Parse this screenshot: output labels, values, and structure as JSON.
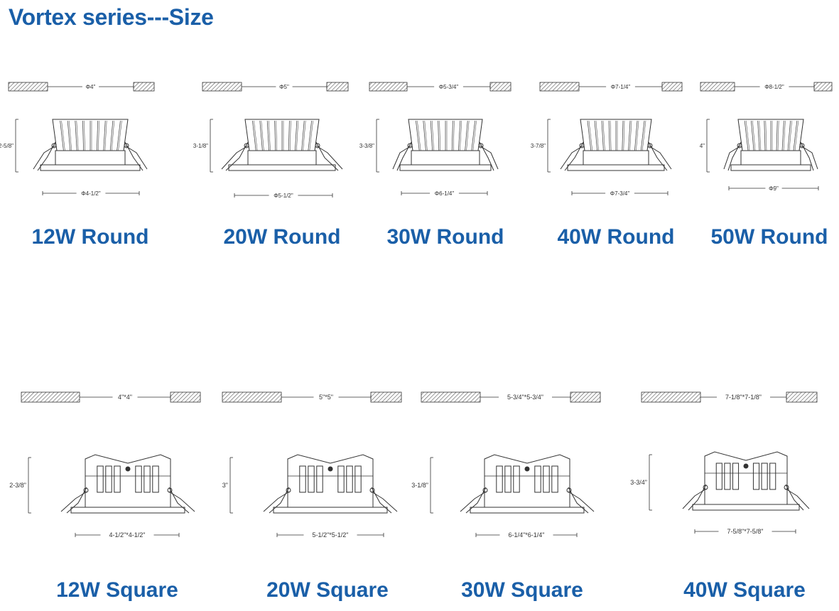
{
  "title": "Vortex series---Size",
  "round": [
    {
      "label": "12W Round",
      "cutout": "Φ4\"",
      "height": "2-5/8\"",
      "flange": "Φ4-1/2\""
    },
    {
      "label": "20W Round",
      "cutout": "Φ5\"",
      "height": "3-1/8\"",
      "flange": "Φ5-1/2\""
    },
    {
      "label": "30W Round",
      "cutout": "Φ5-3/4\"",
      "height": "3-3/8\"",
      "flange": "Φ6-1/4\""
    },
    {
      "label": "40W Round",
      "cutout": "Φ7-1/4\"",
      "height": "3-7/8\"",
      "flange": "Φ7-3/4\""
    },
    {
      "label": "50W Round",
      "cutout": "Φ8-1/2\"",
      "height": "4\"",
      "flange": "Φ9\""
    }
  ],
  "square": [
    {
      "label": "12W Square",
      "cutout": "4\"*4\"",
      "height": "2-3/8\"",
      "flange": "4-1/2\"*4-1/2\""
    },
    {
      "label": "20W Square",
      "cutout": "5\"*5\"",
      "height": "3\"",
      "flange": "5-1/2\"*5-1/2\""
    },
    {
      "label": "30W Square",
      "cutout": "5-3/4\"*5-3/4\"",
      "height": "3-1/8\"",
      "flange": "6-1/4\"*6-1/4\""
    },
    {
      "label": "40W Square",
      "cutout": "7-1/8\"*7-1/8\"",
      "height": "3-3/4\"",
      "flange": "7-5/8\"*7-5/8\""
    }
  ],
  "colors": {
    "heading": "#1a5fa8",
    "line": "#333333"
  }
}
